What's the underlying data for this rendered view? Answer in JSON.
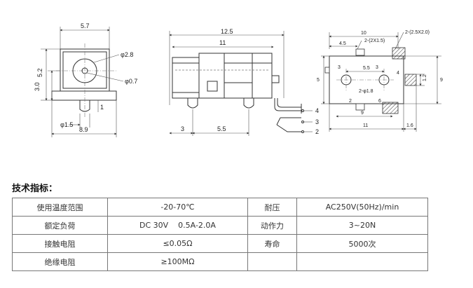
{
  "drawing": {
    "front_view": {
      "dim_width": "5.7",
      "dim_d_outer": "φ2.8",
      "dim_d_inner": "φ0.7",
      "dim_height": "5.2",
      "dim_height2": "3.0",
      "dim_gap": "1",
      "dim_d_pin": "φ1.5",
      "dim_base": "8.9"
    },
    "side_view": {
      "dim_total": "12.5",
      "dim_body": "11",
      "dim_pin_offset": "3",
      "dim_pin_spacing": "5.5",
      "pin_labels": [
        "4",
        "3",
        "2"
      ]
    },
    "pcb_layout": {
      "dim_10": "10",
      "dim_4_5": "4.5",
      "dim_2x15": "2-(2X1.5)",
      "dim_2_5x2": "2-(2.5X2.0)",
      "dim_3": "3",
      "dim_5_5": "5.5",
      "dim_5": "5",
      "dim_4": "4",
      "dim_1_2": "1.2",
      "dim_9_right": "9",
      "dim_hole": "2-φ1.8",
      "dim_2": "2",
      "dim_6": "6",
      "dim_9_bottom": "9",
      "dim_11": "11",
      "dim_1_6": "1.6",
      "dim_3b": "3"
    }
  },
  "spec": {
    "heading": "技术指标：",
    "rows": [
      [
        "使用温度范围",
        "-20-70℃",
        "耐压",
        "AC250V(50Hz)/min"
      ],
      [
        "额定负荷",
        "DC 30V    0.5A-2.0A",
        "动作力",
        "3~20N"
      ],
      [
        "接触电阻",
        "≤0.05Ω",
        "寿命",
        "5000次"
      ],
      [
        "绝缘电阻",
        "≥100MΩ",
        "",
        ""
      ]
    ]
  }
}
